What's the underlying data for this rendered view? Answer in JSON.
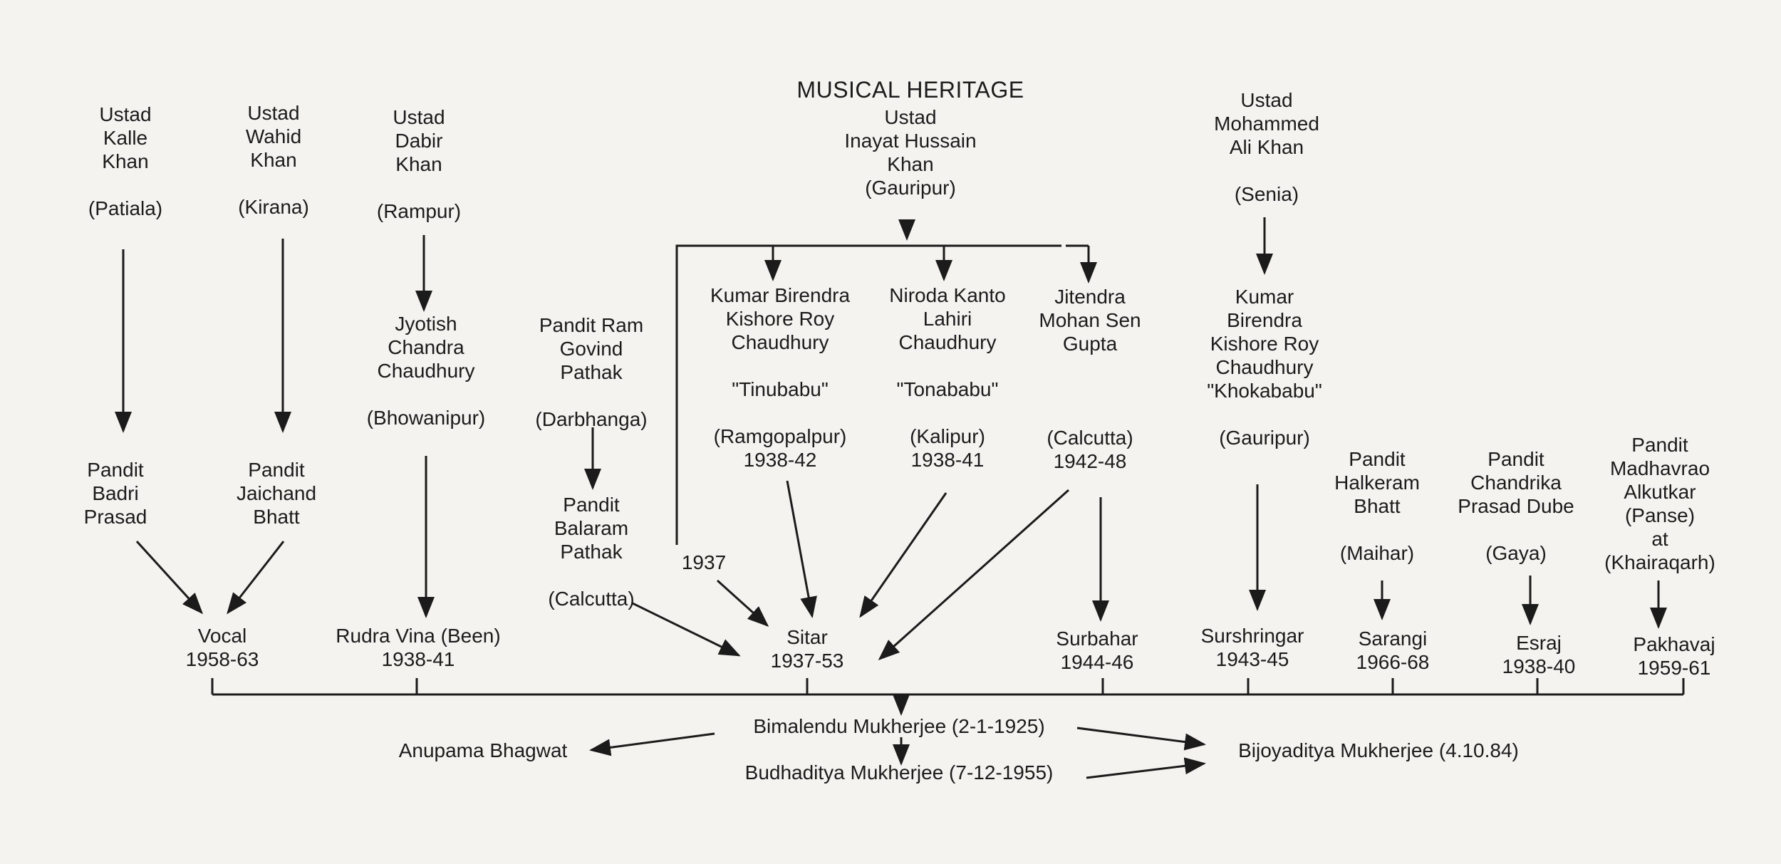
{
  "title": "MUSICAL HERITAGE",
  "teachers": {
    "kalle": [
      "Ustad",
      "Kalle",
      "Khan",
      "",
      "(Patiala)"
    ],
    "wahid": [
      "Ustad",
      "Wahid",
      "Khan",
      "",
      "(Kirana)"
    ],
    "dabir": [
      "Ustad",
      "Dabir",
      "Khan",
      "",
      "(Rampur)"
    ],
    "inayat": [
      "Ustad",
      "Inayat Hussain",
      "Khan",
      "(Gauripur)"
    ],
    "mohammed": [
      "Ustad",
      "Mohammed",
      "Ali Khan",
      "",
      "(Senia)"
    ]
  },
  "intermediates": {
    "jyotish": [
      "Jyotish",
      "Chandra",
      "Chaudhury",
      "",
      "(Bhowanipur)"
    ],
    "ramgovind": [
      "Pandit Ram",
      "Govind",
      "Pathak",
      "",
      "(Darbhanga)"
    ],
    "balaram": [
      "Pandit",
      "Balaram",
      "Pathak",
      "",
      "(Calcutta)"
    ],
    "birendra1": [
      "Kumar Birendra",
      "Kishore Roy",
      "Chaudhury",
      "",
      "\"Tinubabu\"",
      "",
      "(Ramgopalpur)",
      "1938-42"
    ],
    "niroda": [
      "Niroda Kanto",
      "Lahiri",
      "Chaudhury",
      "",
      "\"Tonababu\"",
      "",
      "(Kalipur)",
      "1938-41"
    ],
    "jitendra": [
      "Jitendra",
      "Mohan Sen",
      "Gupta",
      "",
      "",
      "",
      "(Calcutta)",
      "1942-48"
    ],
    "birendra2": [
      "Kumar",
      "Birendra",
      "Kishore Roy",
      "Chaudhury",
      "\"Khokababu\"",
      "",
      "(Gauripur)"
    ],
    "badri": [
      "Pandit",
      "Badri",
      "Prasad"
    ],
    "jaichand": [
      "Pandit",
      "Jaichand",
      "Bhatt"
    ],
    "halkeram": [
      "Pandit",
      "Halkeram",
      "Bhatt",
      "",
      "(Maihar)"
    ],
    "chandrika": [
      "Pandit",
      "Chandrika",
      "Prasad Dube",
      "",
      "(Gaya)"
    ],
    "madhavrao": [
      "Pandit",
      "Madhavrao",
      "Alkutkar",
      "(Panse)",
      "at",
      "(Khairaqarh)"
    ]
  },
  "year_label": "1937",
  "instruments": {
    "vocal": [
      "Vocal",
      "1958-63"
    ],
    "rudra": [
      "Rudra Vina (Been)",
      "1938-41"
    ],
    "sitar": [
      "Sitar",
      "1937-53"
    ],
    "surbahar": [
      "Surbahar",
      "1944-46"
    ],
    "surshringar": [
      "Surshringar",
      "1943-45"
    ],
    "sarangi": [
      "Sarangi",
      "1966-68"
    ],
    "esraj": [
      "Esraj",
      "1938-40"
    ],
    "pakhavaj": [
      "Pakhavaj",
      "1959-61"
    ]
  },
  "family": {
    "bimalendu": "Bimalendu Mukherjee (2-1-1925)",
    "anupama": "Anupama Bhagwat",
    "budhaditya": "Budhaditya Mukherjee (7-12-1955)",
    "bijoyaditya": "Bijoyaditya Mukherjee (4.10.84)"
  }
}
